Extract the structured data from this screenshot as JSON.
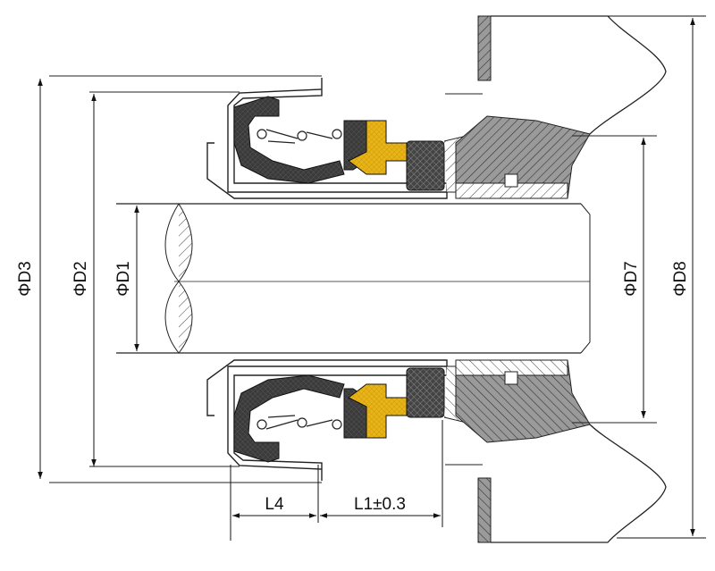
{
  "dimensions": {
    "d3": "ΦD3",
    "d2": "ΦD2",
    "d1": "ΦD1",
    "d7": "ΦD7",
    "d8": "ΦD8",
    "l4": "L4",
    "l1": "L1±0.3"
  },
  "colors": {
    "line": "#222222",
    "rubber": "#3a3a3a",
    "face": "#e8b418",
    "seat": "#555555",
    "casing": "#9a9a9a"
  }
}
